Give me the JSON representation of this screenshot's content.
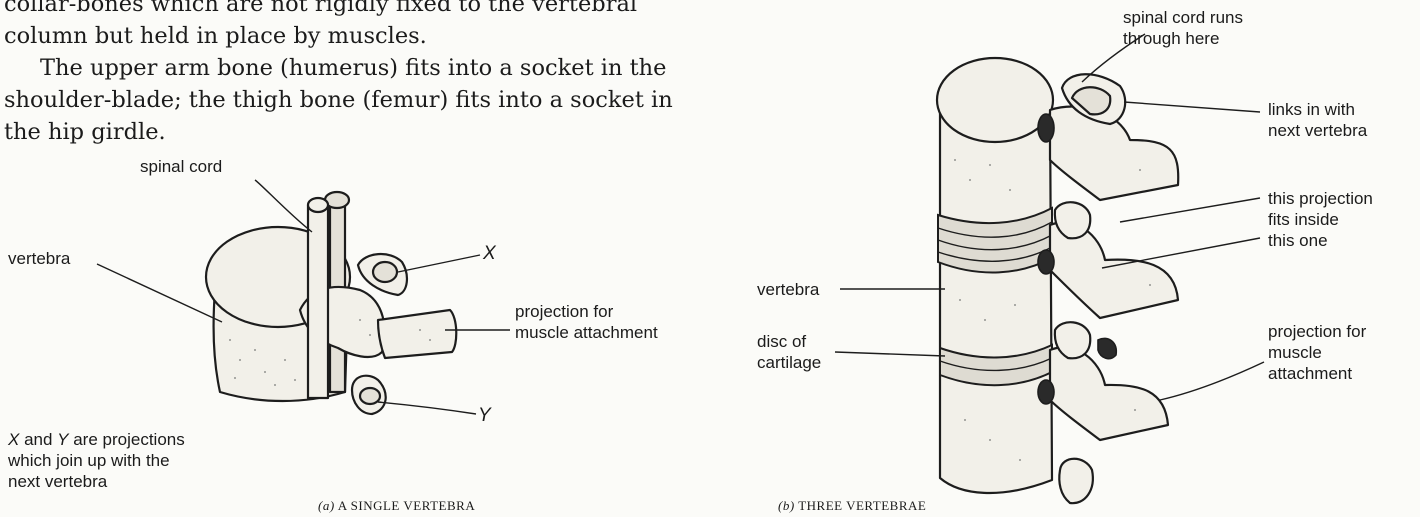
{
  "text": {
    "intro_line_1": "collar-bones which are not rigidly fixed to the vertebral",
    "intro_line_2": "column but held in place by muscles.",
    "para_line_1": "The upper arm bone (humerus) fits into a socket in the",
    "para_line_2": "shoulder-blade; the thigh bone (femur) fits into a socket in",
    "para_line_3": "the hip girdle."
  },
  "figure_a": {
    "labels": {
      "spinal_cord": "spinal cord",
      "vertebra": "vertebra",
      "x": "X",
      "y": "Y",
      "projection_line_1": "projection for",
      "projection_line_2": "muscle attachment"
    },
    "note": {
      "x": "X",
      "line_1_rest": " and ",
      "y": "Y",
      "line_1_end": " are projections",
      "line_2": "which join up with the",
      "line_3": "next vertebra"
    },
    "caption_letter": "(a)",
    "caption_text": "A SINGLE VERTEBRA"
  },
  "figure_b": {
    "labels": {
      "spinal_cord_runs_1": "spinal cord runs",
      "spinal_cord_runs_2": "through here",
      "links_1": "links in with",
      "links_2": "next vertebra",
      "fits_1": "this projection",
      "fits_2": "fits inside",
      "fits_3": "this one",
      "vertebra": "vertebra",
      "disc_1": "disc of",
      "disc_2": "cartilage",
      "projection_1": "projection for",
      "projection_2": "muscle",
      "projection_3": "attachment"
    },
    "caption_letter": "(b)",
    "caption_text": "THREE VERTEBRAE"
  }
}
